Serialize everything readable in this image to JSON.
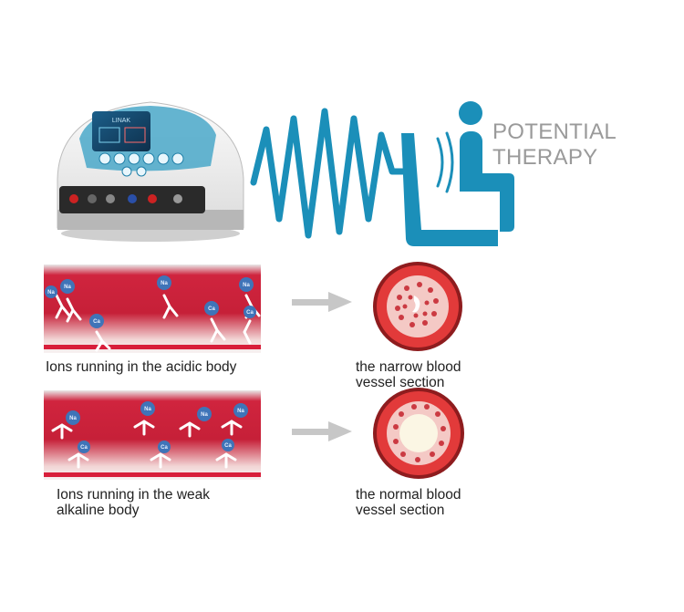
{
  "header": {
    "title_line1": "POTENTIAL",
    "title_line2": "THERAPY",
    "device_screen_text": "LINAK"
  },
  "colors": {
    "teal": "#1b8fb9",
    "blood_red": "#c8203a",
    "title_gray": "#9a9a9a",
    "arrow_gray": "#c7c7c7"
  },
  "rows": [
    {
      "caption": "Ions running in the acidic body",
      "ion_labels": [
        "Na",
        "Na",
        "Ca",
        "Na",
        "Ca",
        "Na",
        "Ca"
      ],
      "vessel_caption": "the narrow blood\nvessel section",
      "vessel_state": "narrow"
    },
    {
      "caption": "Ions running in the weak\nalkaline body",
      "ion_labels": [
        "Na",
        "Na",
        "Na",
        "Na",
        "Ca",
        "Ca",
        "Ca"
      ],
      "vessel_caption": "the normal blood\nvessel section",
      "vessel_state": "normal"
    }
  ]
}
